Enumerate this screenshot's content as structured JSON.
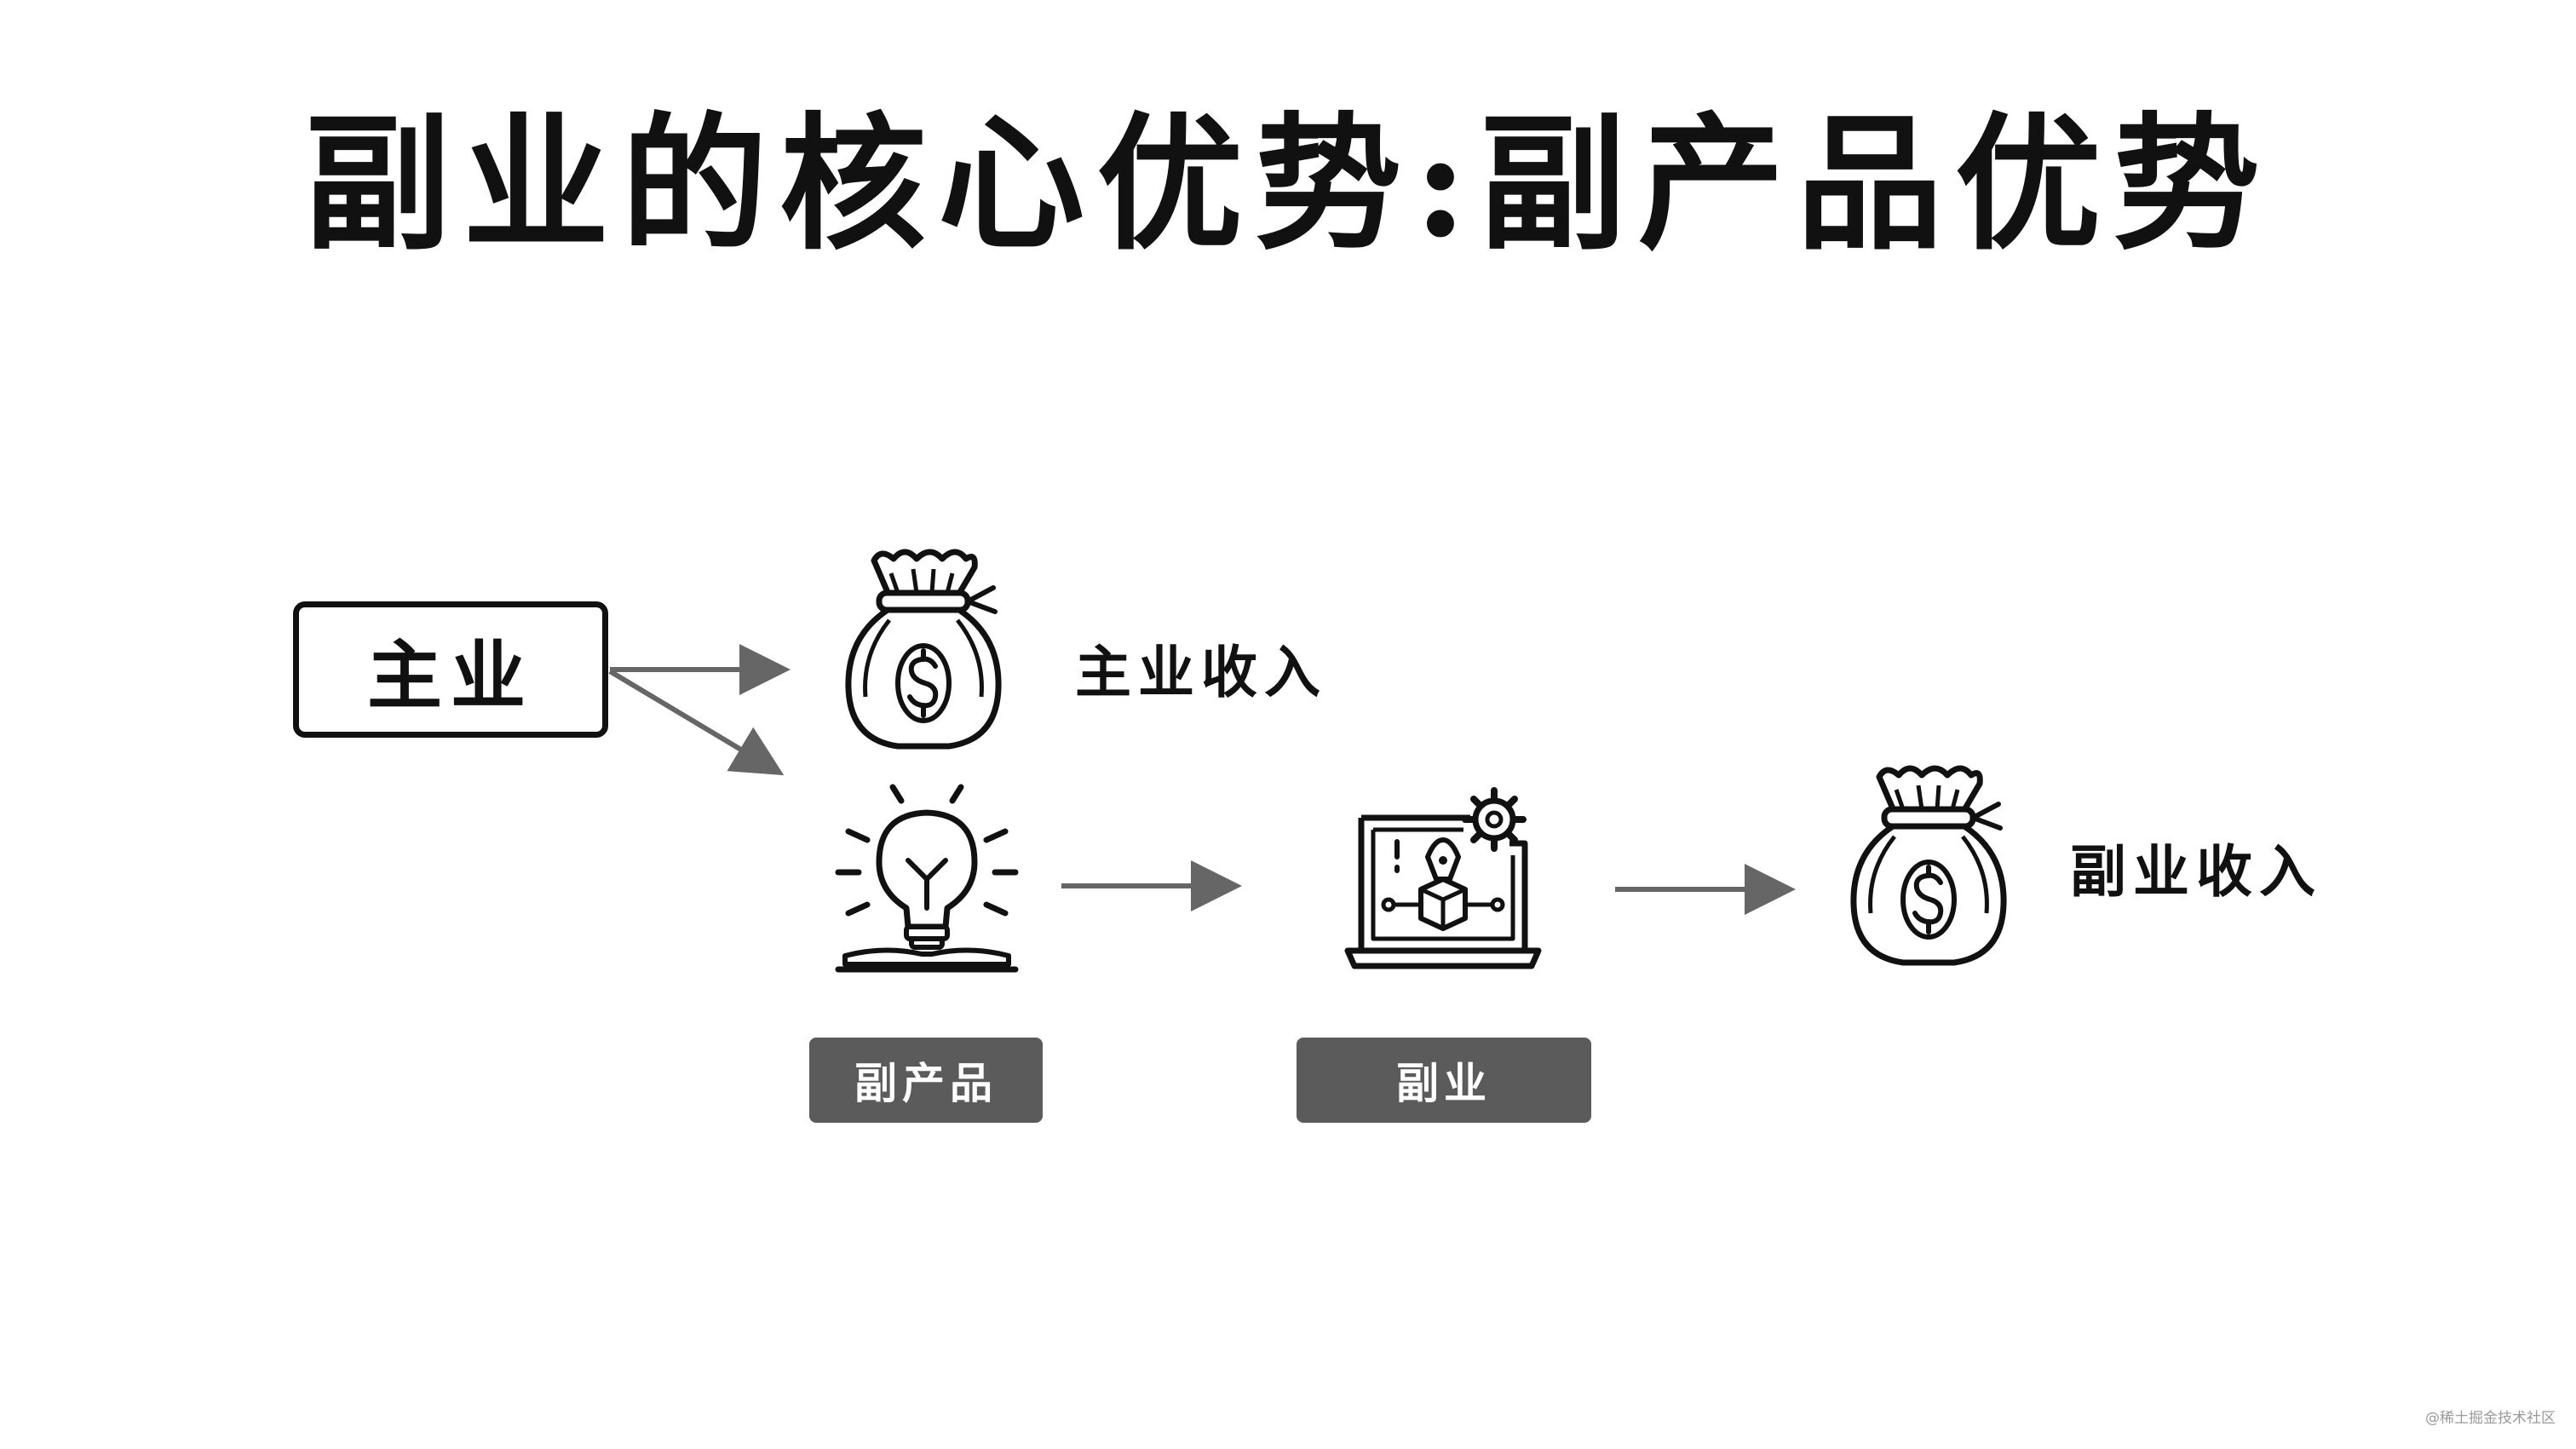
{
  "title": "副业的核心优势:副产品优势",
  "nodes": {
    "main_job": "主业",
    "main_income": "主业收入",
    "side_income": "副业收入",
    "byproduct_tag": "副产品",
    "side_job_tag": "副业"
  },
  "icons": {
    "money_bag_top": "money-bag-icon",
    "money_bag_right": "money-bag-icon",
    "lightbulb_book": "lightbulb-book-icon",
    "laptop_gear": "laptop-gear-icon"
  },
  "watermark": "@稀土掘金技术社区",
  "colors": {
    "ink": "#111111",
    "arrow": "#666666",
    "tag_bg": "#5b5b5b"
  }
}
